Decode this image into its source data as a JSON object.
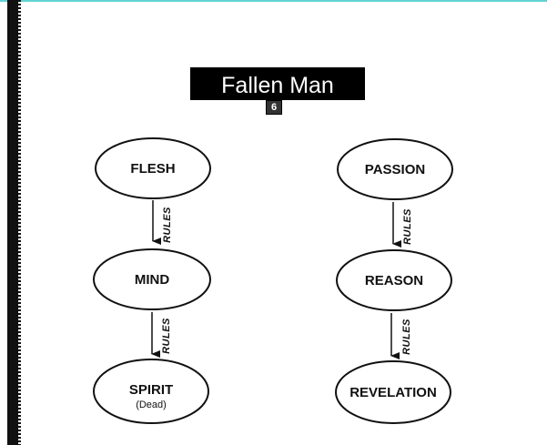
{
  "header": {
    "title": "Fallen Man",
    "badge": "6"
  },
  "nodes": {
    "flesh": "FLESH",
    "mind": "MIND",
    "spirit": "SPIRIT",
    "spirit_sub": "(Dead)",
    "passion": "PASSION",
    "reason": "REASON",
    "revelation": "REVELATION"
  },
  "edges": {
    "label": "RULES"
  },
  "colors": {
    "title_bg": "#000000",
    "title_fg": "#ffffff",
    "ink": "#111111"
  }
}
